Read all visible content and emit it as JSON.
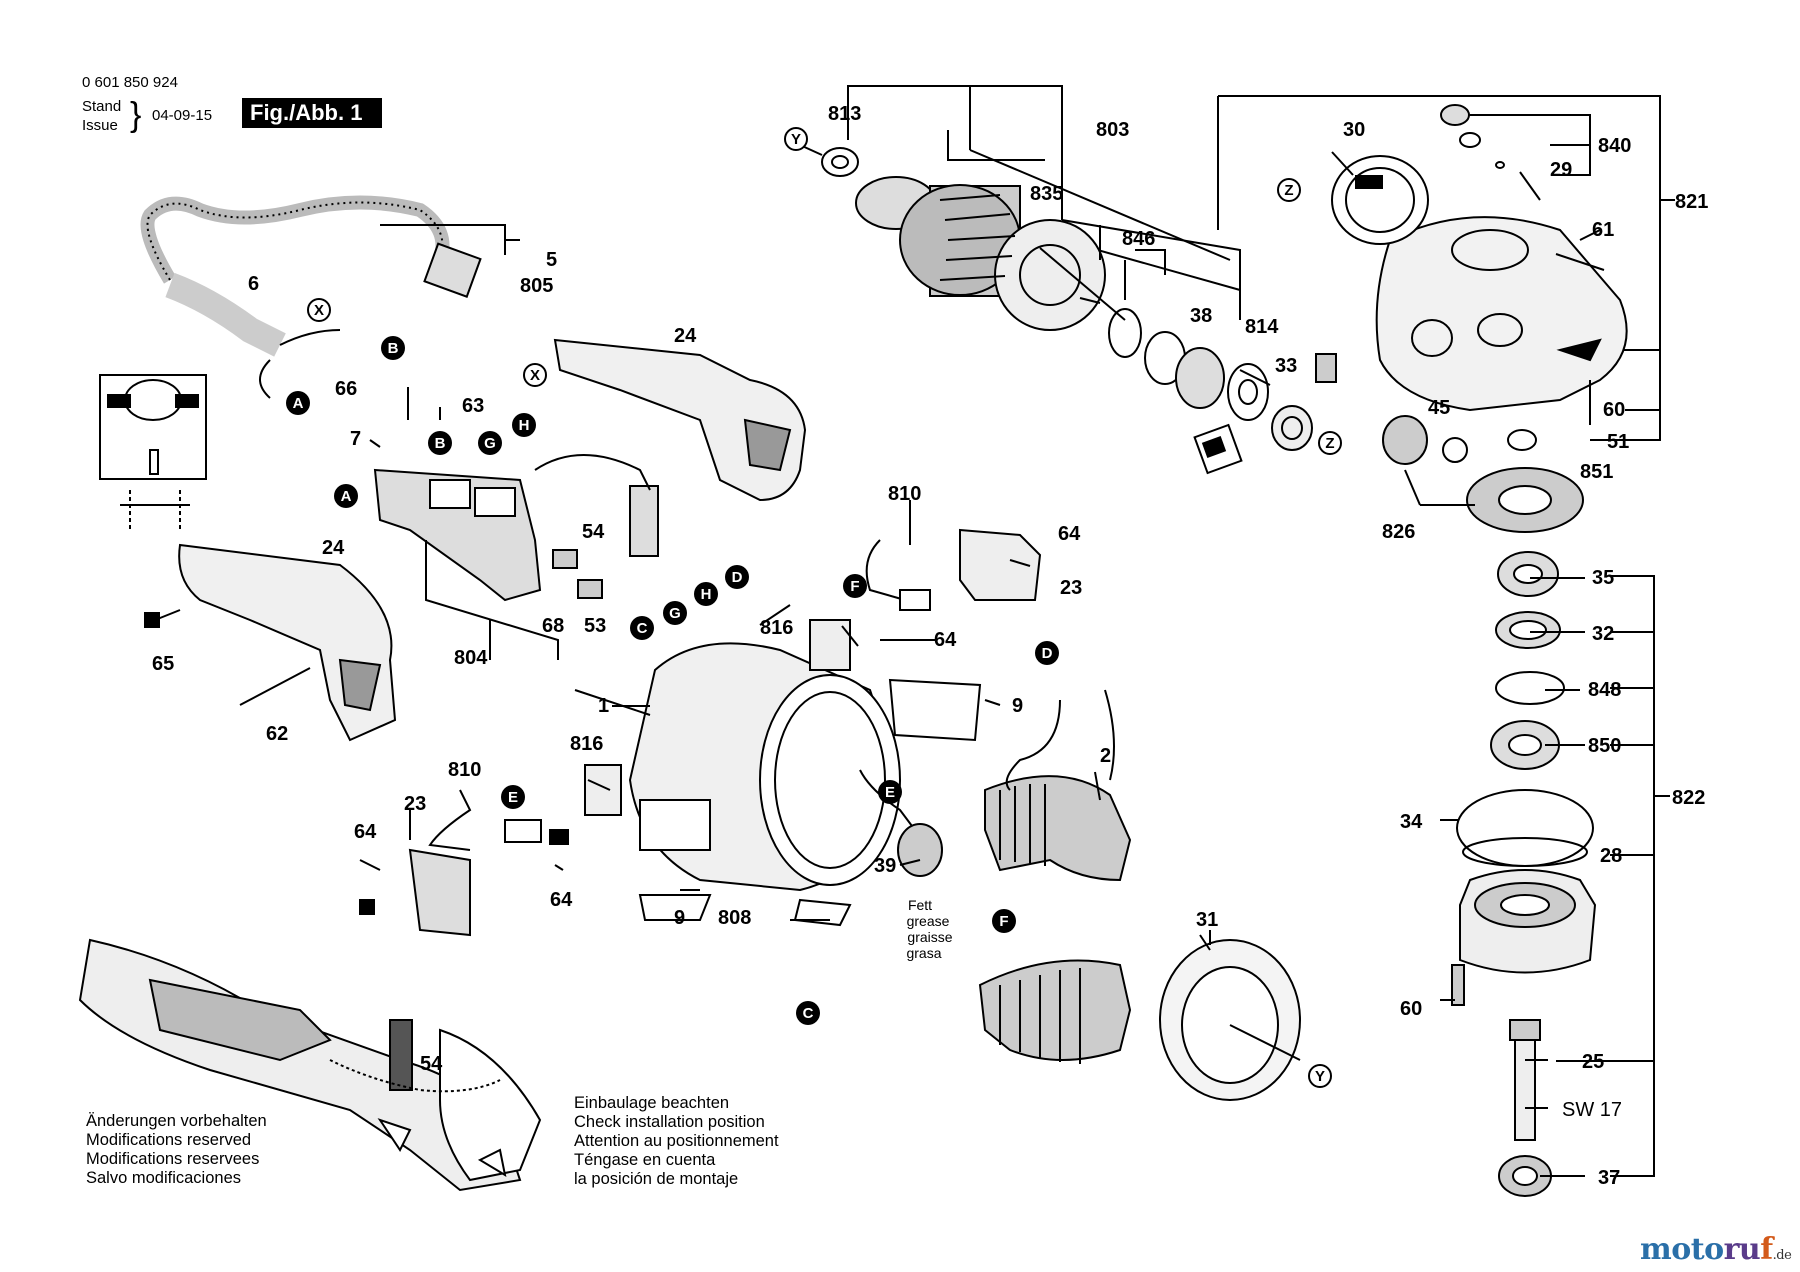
{
  "header": {
    "part_number": "0 601 850 924",
    "stand_label": "Stand",
    "issue_label": "Issue",
    "date": "04-09-15",
    "figure_label": "Fig./Abb. 1"
  },
  "notes": {
    "modifications": [
      "Änderungen vorbehalten",
      "Modifications reserved",
      "Modifications reservees",
      "Salvo modificaciones"
    ],
    "installation": [
      "Einbaulage beachten",
      "Check installation position",
      "Attention au positionnement",
      "Téngase en cuenta",
      "la posición de montaje"
    ],
    "grease": [
      "Fett",
      "grease",
      "graisse",
      "grasa"
    ]
  },
  "watermark": {
    "part1": "moto",
    "part2": "ru",
    "part3": "f",
    "suffix": ".de"
  },
  "callouts": [
    "813",
    "803",
    "835",
    "846",
    "38",
    "814",
    "33",
    "30",
    "840",
    "29",
    "821",
    "61",
    "60",
    "51",
    "851",
    "45",
    "826",
    "5",
    "805",
    "6",
    "24",
    "66",
    "63",
    "7",
    "54",
    "68",
    "53",
    "804",
    "65",
    "62",
    "810",
    "64",
    "23",
    "816",
    "1",
    "9",
    "2",
    "39",
    "808",
    "31",
    "35",
    "32",
    "848",
    "850",
    "822",
    "34",
    "28",
    "25",
    "SW 17",
    "37"
  ],
  "connectors": [
    "A",
    "B",
    "C",
    "D",
    "E",
    "F",
    "G",
    "H",
    "X",
    "Y",
    "Z"
  ]
}
